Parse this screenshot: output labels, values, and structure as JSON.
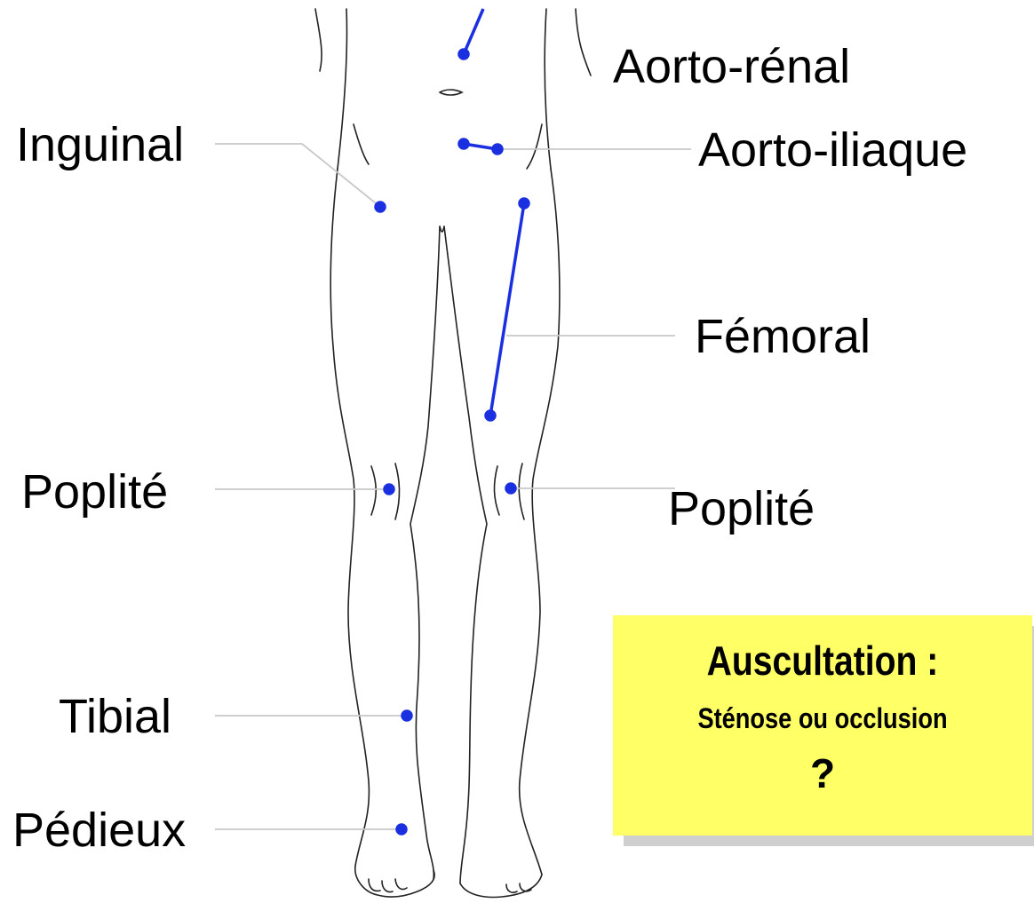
{
  "labels": {
    "aorto_renal": "Aorto-rénal",
    "inguinal": "Inguinal",
    "aorto_iliaque": "Aorto-iliaque",
    "femoral": "Fémoral",
    "poplite_left": "Poplité",
    "poplite_right": "Poplité",
    "tibial": "Tibial",
    "pedieux": "Pédieux"
  },
  "callout": {
    "title": "Auscultation :",
    "subtitle": "Sténose ou occlusion",
    "question": "?"
  },
  "colors": {
    "point": "#1a2fe0",
    "outline": "#222222",
    "leader": "#c8c8c8",
    "callout_bg": "#ffff66",
    "callout_shadow": "#cfcfcf"
  }
}
